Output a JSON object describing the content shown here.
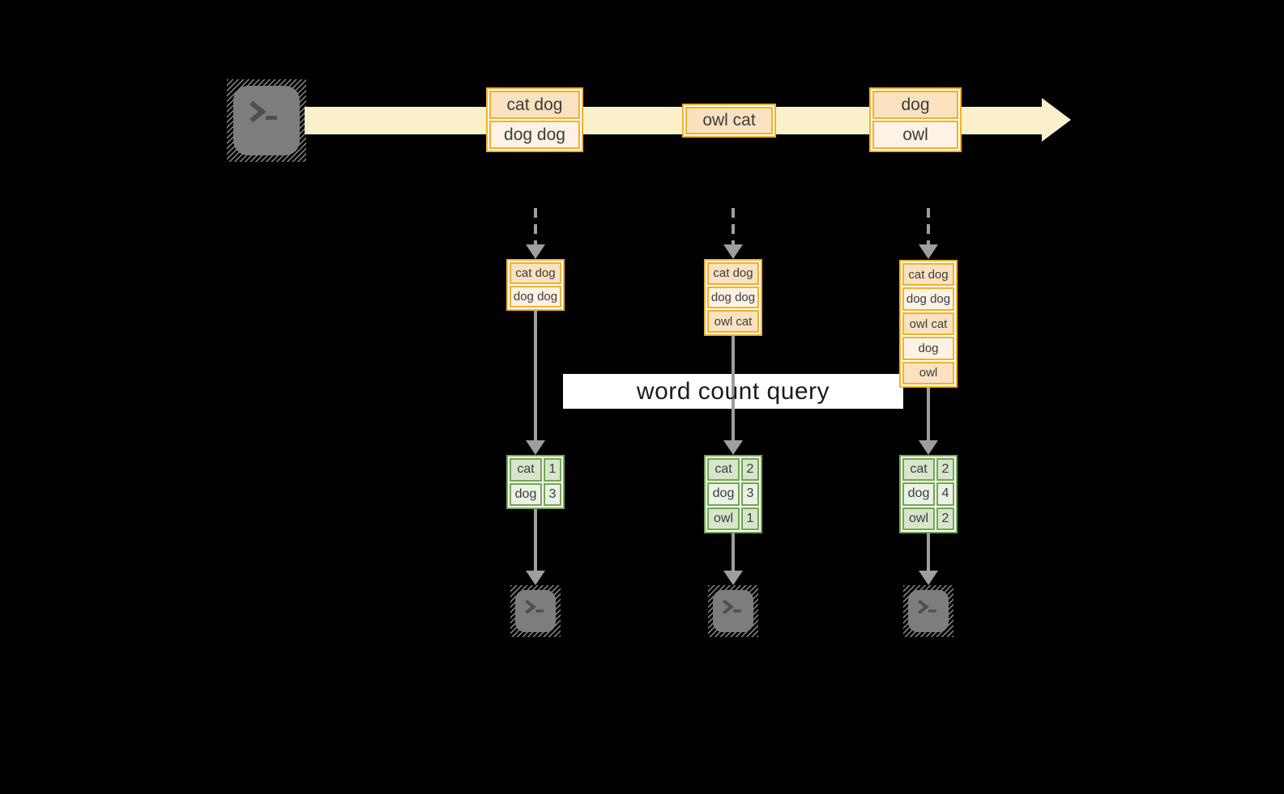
{
  "diagram": {
    "label": "word count query",
    "stream": {
      "batches": [
        {
          "rows": [
            "cat dog",
            "dog dog"
          ]
        },
        {
          "rows": [
            "owl cat"
          ]
        },
        {
          "rows": [
            "dog",
            "owl"
          ]
        }
      ]
    },
    "columns": [
      {
        "state_rows": [
          "cat dog",
          "dog dog"
        ],
        "counts": [
          {
            "word": "cat",
            "count": "1"
          },
          {
            "word": "dog",
            "count": "3"
          }
        ]
      },
      {
        "state_rows": [
          "cat dog",
          "dog dog",
          "owl cat"
        ],
        "counts": [
          {
            "word": "cat",
            "count": "2"
          },
          {
            "word": "dog",
            "count": "3"
          },
          {
            "word": "owl",
            "count": "1"
          }
        ]
      },
      {
        "state_rows": [
          "cat dog",
          "dog dog",
          "owl cat",
          "dog",
          "owl"
        ],
        "counts": [
          {
            "word": "cat",
            "count": "2"
          },
          {
            "word": "dog",
            "count": "4"
          },
          {
            "word": "owl",
            "count": "2"
          }
        ]
      }
    ],
    "icons": {
      "source": "terminal-icon",
      "sinks": [
        "terminal-icon",
        "terminal-icon",
        "terminal-icon"
      ]
    },
    "colors": {
      "background": "#000000",
      "stream_arrow": "#FBF0CA",
      "box_border": "#F2B02C",
      "box_fill_peach": "#FAE1C0",
      "box_fill_cream": "#FDF2E3",
      "table_border": "#73A74F",
      "table_fill_dark": "#D7E5CC",
      "table_fill_light": "#EBF2E6",
      "arrow_grey": "#9E9E9E",
      "terminal_grey": "#7D7D7D",
      "label_bg": "#FFFFFF",
      "text": "#3C3C3C"
    }
  }
}
